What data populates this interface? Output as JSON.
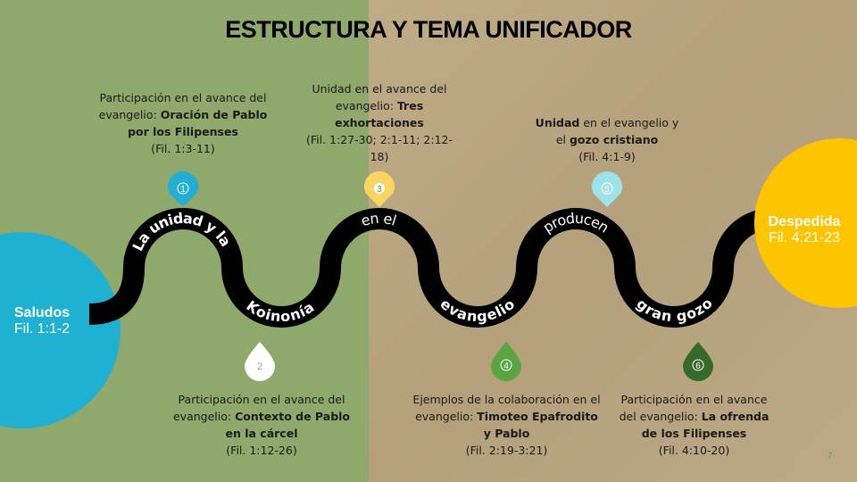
{
  "title": "ESTRUCTURA Y TEMA UNIFICADOR",
  "start": {
    "label": "Saludos",
    "ref": "Fil. 1:1-2",
    "color": "#1fb0d2"
  },
  "end": {
    "label": "Despedida",
    "ref": "Fil. 4:21-23",
    "color": "#fcc500"
  },
  "path_phrases": [
    "La unidad y la",
    "Koinonía",
    "en el",
    "evangelio",
    "producen",
    "gran gozo"
  ],
  "items": [
    {
      "num": "1",
      "color": "#22afd3",
      "pre": "Participación en el avance del evangelio: ",
      "bold": "Oración de Pablo por los Filipenses",
      "ref": "(Fil. 1:3-11)"
    },
    {
      "num": "2",
      "color": "#ffffff",
      "pre": "Participación en el avance del evangelio: ",
      "bold": "Contexto de Pablo en la cárcel",
      "ref": "(Fil. 1:12-26)"
    },
    {
      "num": "3",
      "color": "#fbd462",
      "pre": "Unidad en el avance del evangelio: ",
      "bold": "Tres exhortaciones",
      "ref": "(Fil. 1:27-30; 2:1-11; 2:12- 18)"
    },
    {
      "num": "4",
      "color": "#5aa442",
      "pre": "Ejemplos de la colaboración en el evangelio: ",
      "bold": "Timoteo Epafrodito y Pablo",
      "ref": "(Fil. 2:19-3:21)"
    },
    {
      "num": "5",
      "color": "#9fe3ea",
      "pre_bold": "Unidad",
      "pre": " en el evangelio y el ",
      "bold": "gozo cristiano",
      "ref": "(Fil. 4:1-9)"
    },
    {
      "num": "6",
      "color": "#356a2c",
      "pre": "Participación en el avance del evangelio: ",
      "bold": "La ofrenda de los Filipenses",
      "ref": "(Fil. 4:10-20)"
    }
  ],
  "page_number": "7"
}
